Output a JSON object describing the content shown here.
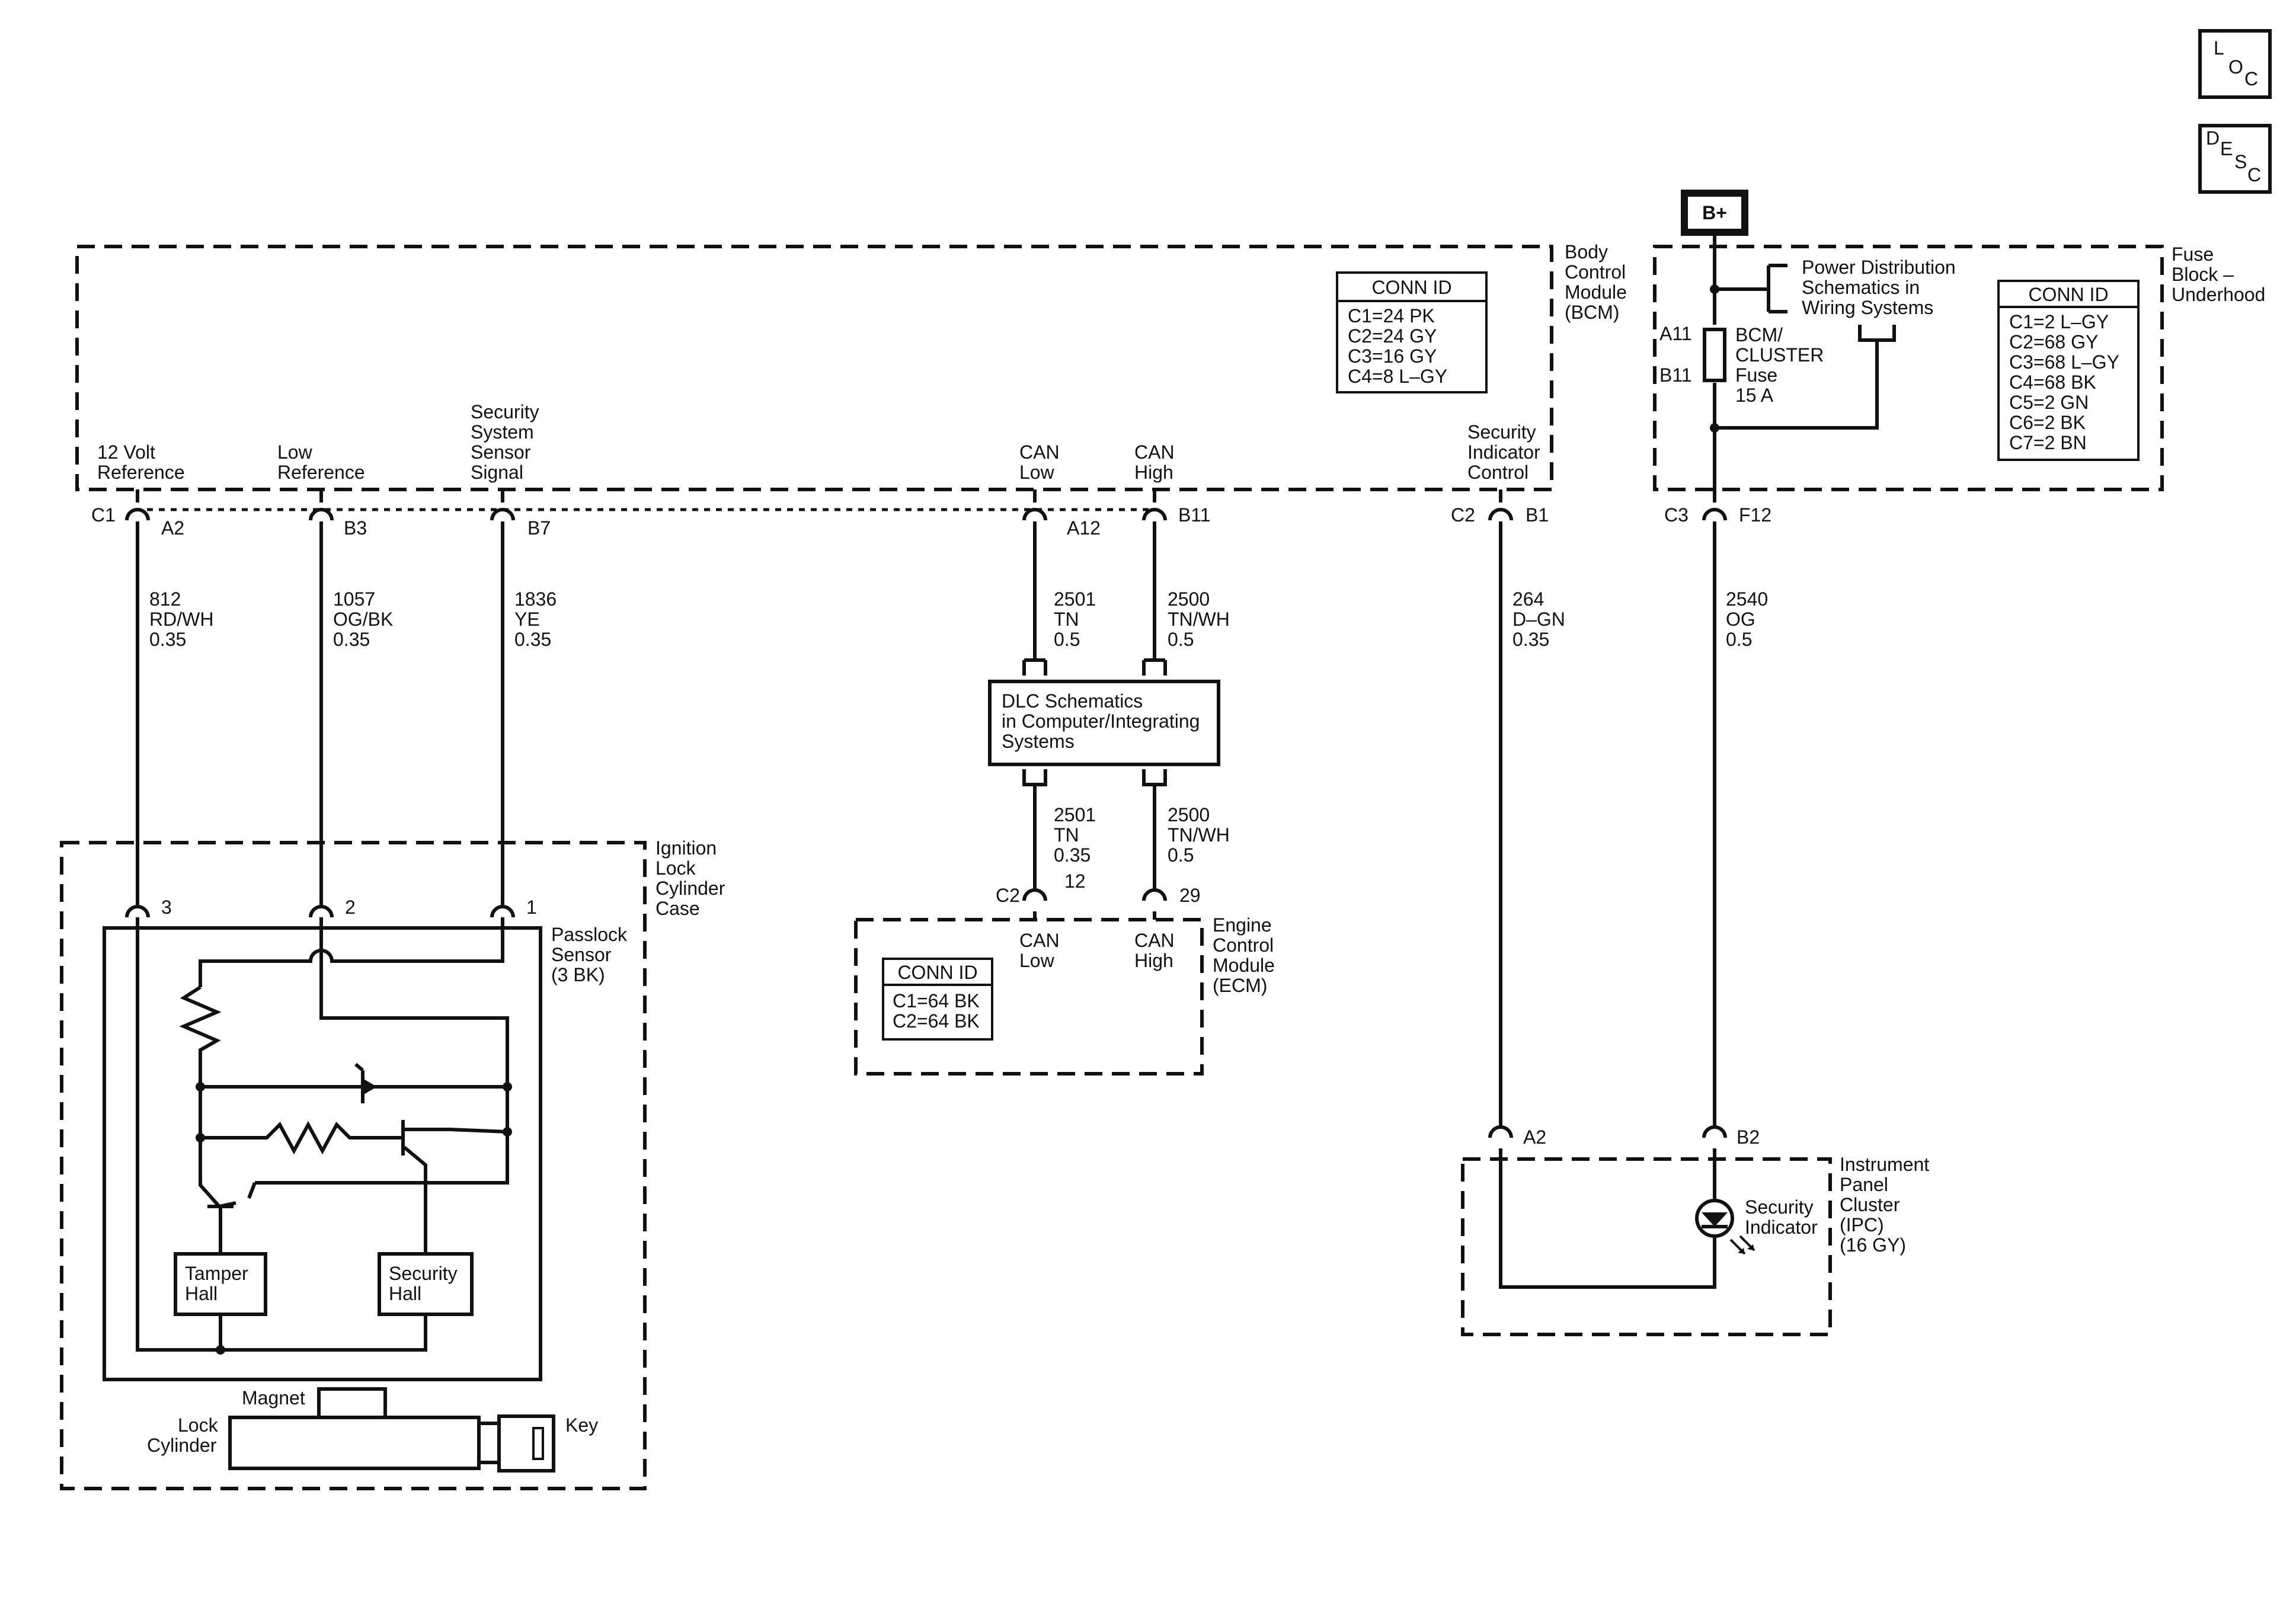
{
  "corner": {
    "loc": [
      "L",
      "O",
      "C"
    ],
    "desc": [
      "D",
      "E",
      "S",
      "C"
    ]
  },
  "battery": {
    "label": "B+"
  },
  "bcm": {
    "title": [
      "Body",
      "Control",
      "Module",
      "(BCM)"
    ],
    "conn_title": "CONN ID",
    "conn": [
      "C1=24 PK",
      "C2=24 GY",
      "C3=16 GY",
      "C4=8 L–GY"
    ],
    "signals": [
      [
        "12 Volt",
        "Reference"
      ],
      [
        "Low",
        "Reference"
      ],
      [
        "Security",
        "System",
        "Sensor",
        "Signal"
      ],
      [
        "CAN",
        "Low"
      ],
      [
        "CAN",
        "High"
      ],
      [
        "Security",
        "Indicator",
        "Control"
      ]
    ]
  },
  "fuse_block": {
    "title": [
      "Fuse",
      "Block –",
      "Underhood"
    ],
    "conn_title": "CONN ID",
    "conn": [
      "C1=2 L–GY",
      "C2=68 GY",
      "C3=68 L–GY",
      "C4=68 BK",
      "C5=2 GN",
      "C6=2 BK",
      "C7=2 BN"
    ],
    "pds": [
      "Power Distribution",
      "Schematics in",
      "Wiring Systems"
    ],
    "fuse": [
      "BCM/",
      "CLUSTER",
      "Fuse",
      "15 A"
    ],
    "pin_top": "A11",
    "pin_bottom": "B11"
  },
  "connectors": {
    "c1": "C1",
    "a2": "A2",
    "b3": "B3",
    "b7": "B7",
    "a12": "A12",
    "b11": "B11",
    "c2": "C2",
    "b1": "B1",
    "c3": "C3",
    "f12": "F12"
  },
  "wires": [
    [
      "812",
      "RD/WH",
      "0.35"
    ],
    [
      "1057",
      "OG/BK",
      "0.35"
    ],
    [
      "1836",
      "YE",
      "0.35"
    ],
    [
      "2501",
      "TN",
      "0.5"
    ],
    [
      "2500",
      "TN/WH",
      "0.5"
    ],
    [
      "264",
      "D–GN",
      "0.35"
    ],
    [
      "2540",
      "OG",
      "0.5"
    ],
    [
      "2501",
      "TN",
      "0.35"
    ],
    [
      "2500",
      "TN/WH",
      "0.5"
    ]
  ],
  "dlc": [
    "DLC Schematics",
    "in Computer/Integrating",
    "Systems"
  ],
  "ecm": {
    "title": [
      "Engine",
      "Control",
      "Module",
      "(ECM)"
    ],
    "conn_title": "CONN ID",
    "conn": [
      "C1=64 BK",
      "C2=64 BK"
    ],
    "c2": "C2",
    "p12": "12",
    "p29": "29",
    "can_low": [
      "CAN",
      "Low"
    ],
    "can_high": [
      "CAN",
      "High"
    ]
  },
  "ignition": {
    "title": [
      "Ignition",
      "Lock",
      "Cylinder",
      "Case"
    ],
    "p3": "3",
    "p2": "2",
    "p1": "1",
    "sensor": [
      "Passlock",
      "Sensor",
      "(3 BK)"
    ],
    "tamper": [
      "Tamper",
      "Hall"
    ],
    "security": [
      "Security",
      "Hall"
    ],
    "magnet": "Magnet",
    "lock": [
      "Lock",
      "Cylinder"
    ],
    "key": "Key"
  },
  "ipc": {
    "title": [
      "Instrument",
      "Panel",
      "Cluster",
      "(IPC)",
      "(16 GY)"
    ],
    "a2": "A2",
    "b2": "B2",
    "indicator": [
      "Security",
      "Indicator"
    ]
  }
}
